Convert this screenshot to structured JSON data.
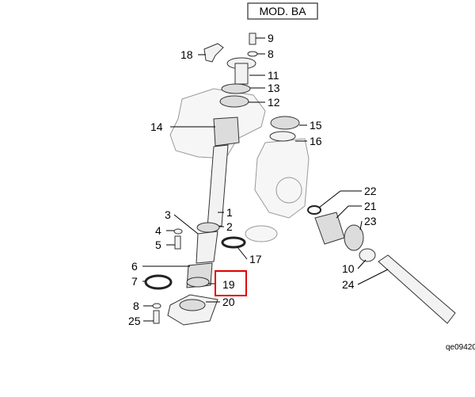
{
  "title": "MOD. BA",
  "image_code": "qe09420",
  "highlight_color": "#e00000",
  "highlighted_callout": "19",
  "callouts": {
    "c9": "9",
    "c8a": "8",
    "c18": "18",
    "c11": "11",
    "c13": "13",
    "c12": "12",
    "c14": "14",
    "c15": "15",
    "c16": "16",
    "c22": "22",
    "c21": "21",
    "c23": "23",
    "c1": "1",
    "c3": "3",
    "c2": "2",
    "c4": "4",
    "c5": "5",
    "c17": "17",
    "c6": "6",
    "c7": "7",
    "c19": "19",
    "c20": "20",
    "c8b": "8",
    "c25": "25",
    "c10": "10",
    "c24": "24"
  }
}
